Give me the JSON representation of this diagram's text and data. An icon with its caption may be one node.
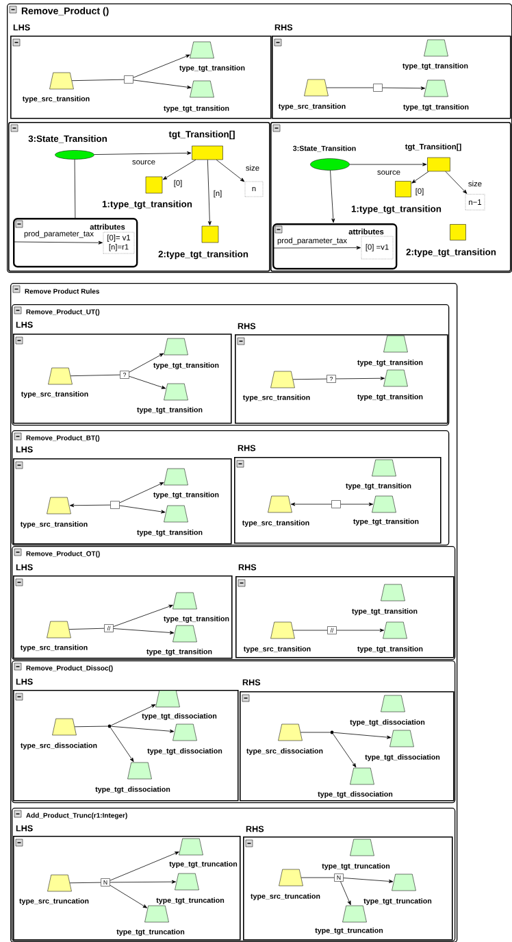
{
  "diagram": {
    "nodes": [
      {
        "text": [
          "Remove_Product ()"
        ]
      },
      {
        "text": [
          "LHS"
        ],
        "in": 0
      },
      {
        "text": [
          "type_src_transition"
        ],
        "in": 1
      },
      {
        "text": [],
        "shape": "box",
        "in": 1
      },
      {
        "text": [
          "type_tgt_transition"
        ],
        "in": 1
      },
      {
        "text": [
          "type_tgt_transition"
        ],
        "in": 1
      },
      {
        "text": [
          "RHS"
        ],
        "in": 0
      },
      {
        "text": [
          "type_src_transition"
        ],
        "in": 6
      },
      {
        "text": [],
        "shape": "box",
        "in": 6
      },
      {
        "text": [
          "type_tgt_transition"
        ],
        "in": 6
      },
      {
        "text": [
          "type_tgt_transition"
        ],
        "in": 6
      },
      {
        "text": [],
        "shape": "box",
        "in": 0
      },
      {
        "text": [
          "3:State_Transition"
        ],
        "in": 11
      },
      {
        "text": [
          "tgt_Transition[]"
        ],
        "in": 11
      },
      {
        "text": [
          "1:type_tgt_transition"
        ],
        "in": 11
      },
      {
        "text": [
          "n"
        ],
        "in": 11
      },
      {
        "text": [
          "2:type_tgt_transition"
        ],
        "in": 11
      },
      {
        "text": [
          "attributes"
        ],
        "in": 11
      },
      {
        "text": [
          "[0]= v1",
          "[n]=r1"
        ],
        "in": 17
      },
      {
        "text": [],
        "shape": "box",
        "in": 0
      },
      {
        "text": [
          "3:State_Transition"
        ],
        "in": 19
      },
      {
        "text": [
          "tgt_Transition[]"
        ],
        "in": 19
      },
      {
        "text": [
          "1:type_tgt_transition"
        ],
        "in": 19
      },
      {
        "text": [
          "n−1"
        ],
        "in": 19
      },
      {
        "text": [
          "attributes"
        ],
        "in": 19
      },
      {
        "text": [
          "[0] =v1"
        ],
        "in": 24
      },
      {
        "text": [
          "2:type_tgt_transition"
        ],
        "in": 19
      },
      {
        "text": [
          "Remove Product Rules"
        ]
      },
      {
        "text": [
          "Remove_Product_UT()"
        ],
        "in": 27
      },
      {
        "text": [
          "LHS"
        ],
        "in": 28
      },
      {
        "text": [
          "type_src_transition"
        ],
        "in": 29
      },
      {
        "text": [
          "?"
        ],
        "in": 29
      },
      {
        "text": [
          "type_tgt_transition"
        ],
        "in": 29
      },
      {
        "text": [
          "type_tgt_transition"
        ],
        "in": 29
      },
      {
        "text": [
          "RHS"
        ],
        "in": 28
      },
      {
        "text": [
          "type_src_transition"
        ],
        "in": 34
      },
      {
        "text": [
          "?"
        ],
        "in": 34
      },
      {
        "text": [
          "type_tgt_transition"
        ],
        "in": 34
      },
      {
        "text": [
          "type_tgt_transition"
        ],
        "in": 34
      },
      {
        "text": [
          "Remove_Product_BT()"
        ],
        "in": 27
      },
      {
        "text": [
          "LHS"
        ],
        "in": 39
      },
      {
        "text": [
          "type_src_transition"
        ],
        "in": 40
      },
      {
        "text": [],
        "shape": "box",
        "in": 40
      },
      {
        "text": [
          "type_tgt_transition"
        ],
        "in": 40
      },
      {
        "text": [
          "type_tgt_transition"
        ],
        "in": 40
      },
      {
        "text": [
          "RHS"
        ],
        "in": 39
      },
      {
        "text": [
          "type_src_transition"
        ],
        "in": 45
      },
      {
        "text": [],
        "shape": "box",
        "in": 45
      },
      {
        "text": [
          "type_tgt_transition"
        ],
        "in": 45
      },
      {
        "text": [
          "type_tgt_transition"
        ],
        "in": 45
      },
      {
        "text": [
          "Remove_Product_OT()"
        ],
        "in": 27
      },
      {
        "text": [
          "LHS"
        ],
        "in": 50
      },
      {
        "text": [
          "type_src_transition"
        ],
        "in": 51
      },
      {
        "text": [
          "//"
        ],
        "in": 51
      },
      {
        "text": [
          "type_tgt_transition"
        ],
        "in": 51
      },
      {
        "text": [
          "type_tgt_transition"
        ],
        "in": 51
      },
      {
        "text": [
          "RHS"
        ],
        "in": 50
      },
      {
        "text": [
          "type_src_transition"
        ],
        "in": 56
      },
      {
        "text": [
          "//"
        ],
        "in": 56
      },
      {
        "text": [
          "type_tgt_transition"
        ],
        "in": 56
      },
      {
        "text": [
          "type_tgt_transition"
        ],
        "in": 56
      },
      {
        "text": [
          "Remove_Product_Dissoc()"
        ],
        "in": 27
      },
      {
        "text": [
          "LHS"
        ],
        "in": 61
      },
      {
        "text": [
          "type_src_dissociation"
        ],
        "in": 62
      },
      {
        "text": [],
        "shape": "circle",
        "in": 62
      },
      {
        "text": [
          "type_tgt_dissociation"
        ],
        "in": 62
      },
      {
        "text": [
          "type_tgt_dissociation"
        ],
        "in": 62
      },
      {
        "text": [
          "type_tgt_dissociation"
        ],
        "in": 62
      },
      {
        "text": [
          "RHS"
        ],
        "in": 61
      },
      {
        "text": [
          "type_src_dissociation"
        ],
        "in": 68
      },
      {
        "text": [],
        "shape": "circle",
        "in": 68
      },
      {
        "text": [
          "type_tgt_dissociation"
        ],
        "in": 68
      },
      {
        "text": [
          "type_tgt_dissociation"
        ],
        "in": 68
      },
      {
        "text": [
          "type_tgt_dissociation"
        ],
        "in": 68
      },
      {
        "text": [
          "Add_Product_Trunc(r1:Integer)"
        ],
        "in": 27
      },
      {
        "text": [
          "LHS"
        ],
        "in": 74
      },
      {
        "text": [
          "type_src_truncation"
        ],
        "in": 75
      },
      {
        "text": [
          "N"
        ],
        "in": 75
      },
      {
        "text": [
          "type_tgt_truncation"
        ],
        "in": 75
      },
      {
        "text": [
          "type_tgt_truncation"
        ],
        "in": 75
      },
      {
        "text": [
          "type_tgt_truncation"
        ],
        "in": 75
      },
      {
        "text": [
          "RHS"
        ],
        "in": 74
      },
      {
        "text": [
          "type_src_truncation"
        ],
        "in": 81
      },
      {
        "text": [
          "N"
        ],
        "in": 81
      },
      {
        "text": [
          "type_tgt_truncation"
        ],
        "in": 81
      },
      {
        "text": [
          "type_tgt_truncation"
        ],
        "in": 81
      },
      {
        "text": [
          "type_tgt_truncation"
        ],
        "in": 81
      }
    ],
    "edges": [
      {
        "from": 2,
        "to": 3,
        "arrow": "none"
      },
      {
        "from": 3,
        "to": 4,
        "arrow": "to"
      },
      {
        "from": 3,
        "to": 5,
        "arrow": "to"
      },
      {
        "from": 7,
        "to": 8,
        "arrow": "none"
      },
      {
        "from": 8,
        "to": 10,
        "arrow": "to"
      },
      {
        "from": 12,
        "to": 13,
        "arrow": "to",
        "label": "source"
      },
      {
        "from": 13,
        "to": 14,
        "arrow": "to",
        "label": "[0]"
      },
      {
        "from": 13,
        "to": 16,
        "arrow": "to",
        "label": "[n]"
      },
      {
        "from": 13,
        "to": 15,
        "arrow": "to",
        "label": "size"
      },
      {
        "from": 12,
        "to": 17,
        "arrow": "none"
      },
      {
        "from": null,
        "to": 18,
        "arrow": "to",
        "label": "prod_parameter_tax"
      },
      {
        "from": 20,
        "to": 21,
        "arrow": "to",
        "label": "source"
      },
      {
        "from": 21,
        "to": 22,
        "arrow": "to",
        "label": "[0]"
      },
      {
        "from": 21,
        "to": 23,
        "arrow": "to",
        "label": "size"
      },
      {
        "from": 20,
        "to": 24,
        "arrow": "to"
      },
      {
        "from": null,
        "to": 25,
        "arrow": "to",
        "label": "prod_parameter_tax"
      },
      {
        "from": 30,
        "to": 31,
        "arrow": "none"
      },
      {
        "from": 31,
        "to": 32,
        "arrow": "to"
      },
      {
        "from": 31,
        "to": 33,
        "arrow": "to"
      },
      {
        "from": 35,
        "to": 36,
        "arrow": "none"
      },
      {
        "from": 36,
        "to": 38,
        "arrow": "to"
      },
      {
        "from": 42,
        "to": 41,
        "arrow": "to"
      },
      {
        "from": 42,
        "to": 43,
        "arrow": "to"
      },
      {
        "from": 42,
        "to": 44,
        "arrow": "to"
      },
      {
        "from": 47,
        "to": 46,
        "arrow": "to"
      },
      {
        "from": 47,
        "to": 49,
        "arrow": "to"
      },
      {
        "from": 52,
        "to": 53,
        "arrow": "none"
      },
      {
        "from": 53,
        "to": 54,
        "arrow": "to"
      },
      {
        "from": 53,
        "to": 55,
        "arrow": "to"
      },
      {
        "from": 57,
        "to": 58,
        "arrow": "none"
      },
      {
        "from": 58,
        "to": 60,
        "arrow": "to"
      },
      {
        "from": 63,
        "to": 64,
        "arrow": "none"
      },
      {
        "from": 64,
        "to": 65,
        "arrow": "to"
      },
      {
        "from": 64,
        "to": 66,
        "arrow": "to"
      },
      {
        "from": 64,
        "to": 67,
        "arrow": "to"
      },
      {
        "from": 69,
        "to": 70,
        "arrow": "none"
      },
      {
        "from": 70,
        "to": 72,
        "arrow": "to"
      },
      {
        "from": 70,
        "to": 73,
        "arrow": "to"
      },
      {
        "from": 76,
        "to": 77,
        "arrow": "none"
      },
      {
        "from": 77,
        "to": 78,
        "arrow": "to"
      },
      {
        "from": 77,
        "to": 79,
        "arrow": "to"
      },
      {
        "from": 77,
        "to": 80,
        "arrow": "to"
      },
      {
        "from": 82,
        "to": 83,
        "arrow": "none"
      },
      {
        "from": 83,
        "to": 85,
        "arrow": "to"
      },
      {
        "from": 83,
        "to": 86,
        "arrow": "to"
      }
    ]
  }
}
